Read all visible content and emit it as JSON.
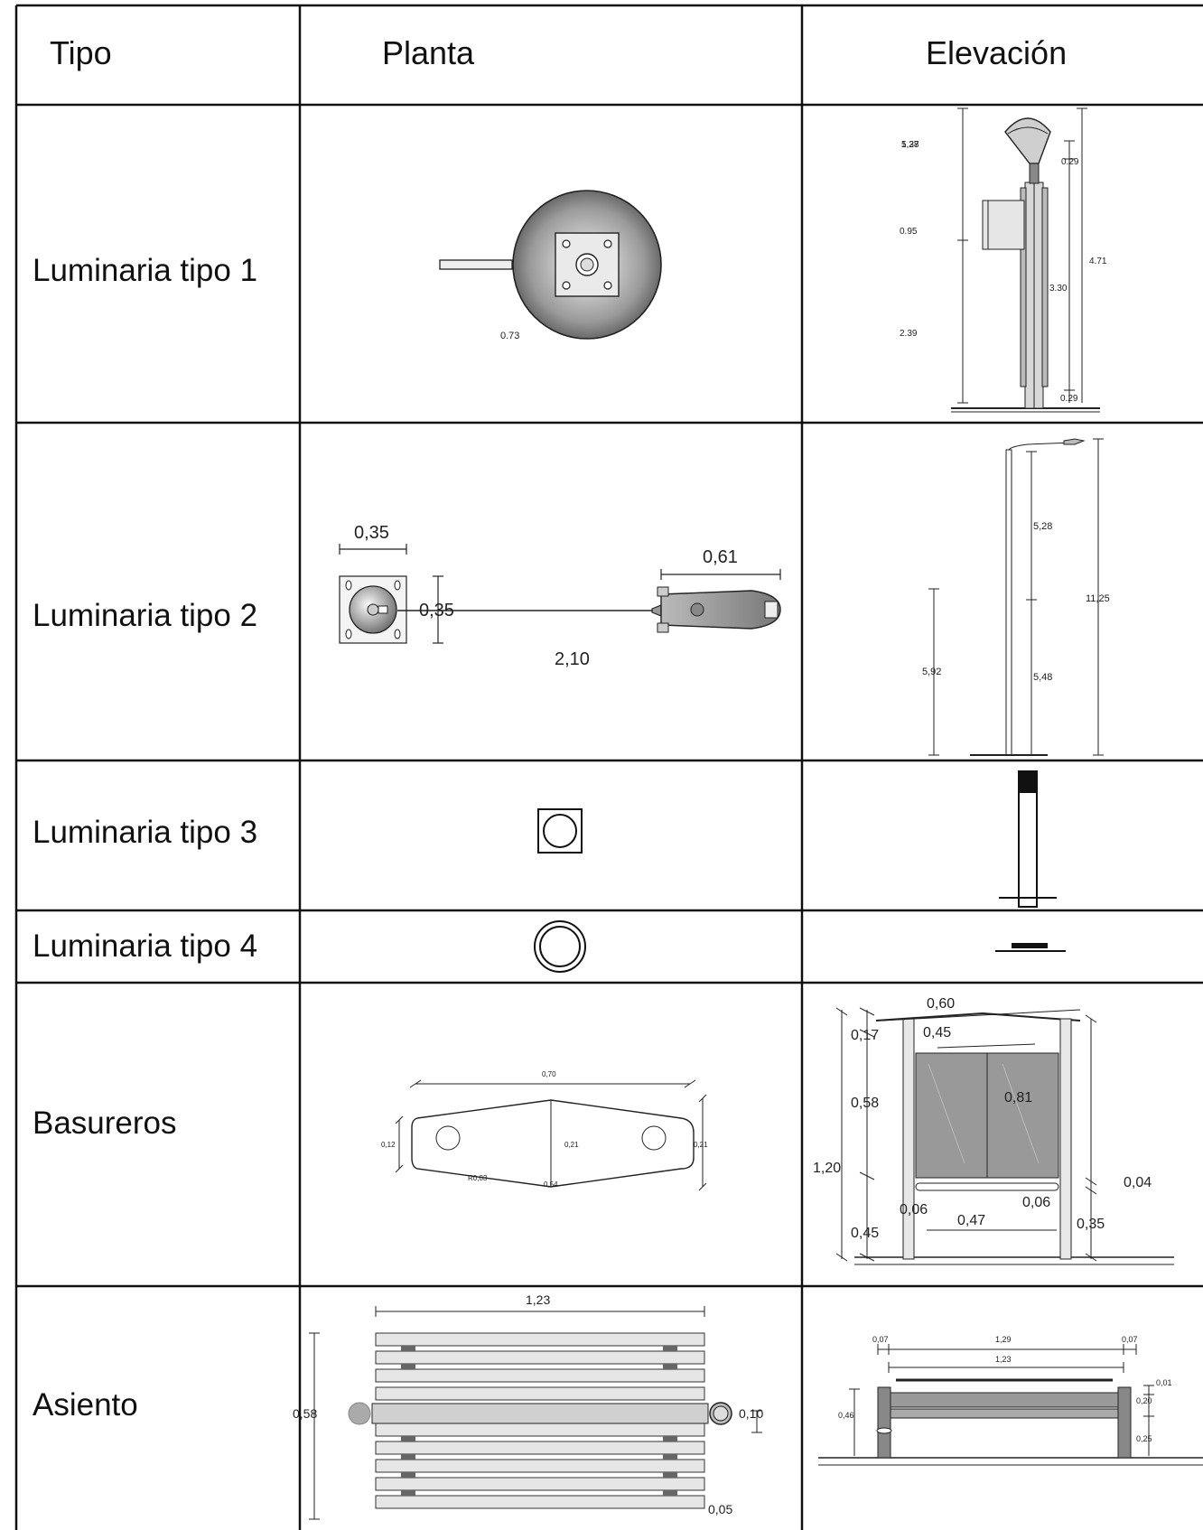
{
  "headers": {
    "tipo": "Tipo",
    "planta": "Planta",
    "elevacion": "Elevación"
  },
  "rows": [
    {
      "tipo": "Luminaria tipo 1",
      "planta_dims": [
        "0.73"
      ],
      "elev_dims": [
        "1.37",
        "0.29",
        "0.95",
        "4.71",
        "3.30",
        "2.39",
        "0.29"
      ]
    },
    {
      "tipo": "Luminaria tipo 2",
      "planta_dims": [
        "0,35",
        "0,61",
        "0,35",
        "2,10"
      ],
      "elev_dims": [
        "5,28",
        "11,25",
        "5,92",
        "5,48"
      ]
    },
    {
      "tipo": "Luminaria tipo 3"
    },
    {
      "tipo": "Luminaria tipo 4"
    },
    {
      "tipo": "Basureros",
      "planta_dims": [
        "0,70",
        "0,12",
        "0,21",
        "0,21",
        "R0,03",
        "0,54"
      ],
      "elev_dims": [
        "0,60",
        "0,17",
        "0,45",
        "0,81",
        "0,58",
        "1,20",
        "0,04",
        "0,06",
        "0,06",
        "0,45",
        "0,47",
        "0,35"
      ]
    },
    {
      "tipo": "Asiento",
      "planta_dims": [
        "1,23",
        "0,58",
        "0,10",
        "0,05"
      ],
      "elev_dims": [
        "0,07",
        "1,29",
        "0,07",
        "1,23",
        "0,01",
        "0,20",
        "0,46",
        "0,25"
      ]
    }
  ]
}
